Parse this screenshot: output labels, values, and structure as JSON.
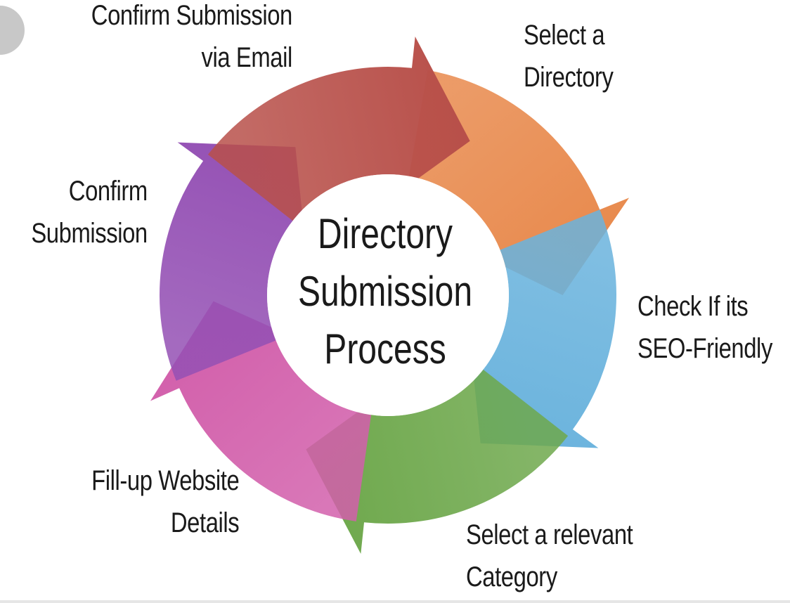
{
  "center_title": [
    "Directory",
    "Submission",
    "Process"
  ],
  "steps": [
    {
      "label": [
        "Select a",
        "Directory"
      ],
      "color": "#e8894c"
    },
    {
      "label": [
        "Check If its",
        "SEO-Friendly"
      ],
      "color": "#6ab3dd"
    },
    {
      "label": [
        "Select a relevant",
        "Category"
      ],
      "color": "#6ea84c"
    },
    {
      "label": [
        "Fill-up Website",
        "Details"
      ],
      "color": "#d25fab"
    },
    {
      "label": [
        "Confirm",
        "Submission"
      ],
      "color": "#9450b4"
    },
    {
      "label": [
        "Confirm Submission",
        "via Email"
      ],
      "color": "#b8504a"
    }
  ]
}
